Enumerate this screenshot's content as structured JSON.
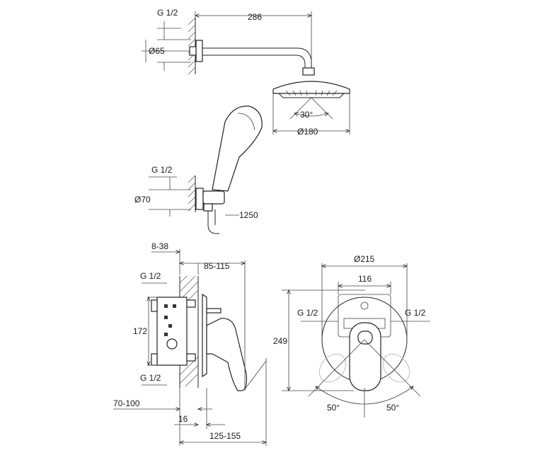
{
  "labels": {
    "shower_arm_length": "286",
    "thread_top": "G 1/2",
    "flange_top_dia": "Ø65",
    "spray_angle": "30°",
    "head_dia": "Ø180",
    "thread_mid": "G 1/2",
    "flange_mid_dia": "Ø70",
    "hose_length": "1250",
    "wall_thickness": "8-38",
    "valve_depth": "85-115",
    "thread_valve_top": "G 1/2",
    "valve_height": "172",
    "thread_valve_bottom": "G 1/2",
    "install_depth": "70-100",
    "dim_16": "16",
    "lever_depth": "125-155",
    "plate_dia": "Ø215",
    "plate_inner": "116",
    "plate_height": "249",
    "thread_plate_left": "G 1/2",
    "thread_plate_right": "G 1/2",
    "lever_angle_left": "50°",
    "lever_angle_right": "50°"
  }
}
